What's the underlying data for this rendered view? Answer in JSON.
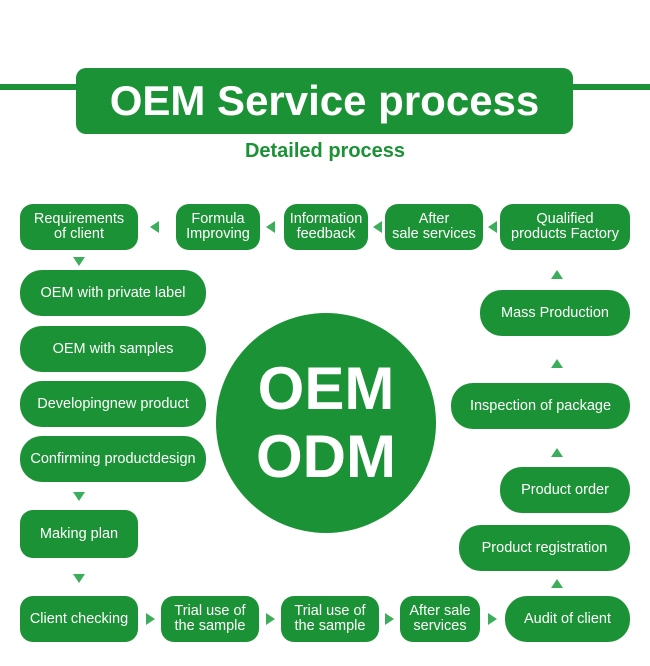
{
  "title": "OEM Service process",
  "subtitle": "Detailed process",
  "center": {
    "line1": "OEM",
    "line2": "ODM"
  },
  "top_row": {
    "requirements": "Requirements\nof client",
    "formula": "Formula\nImproving",
    "information": "Information\nfeedback",
    "after_sale": "After\nsale services",
    "qualified": "Qualified\nproducts Factory"
  },
  "left_column": {
    "oem_private_label": "OEM with private label",
    "oem_samples": "OEM with samples",
    "developing": "Developingnew product",
    "confirming": "Confirming productdesign",
    "making_plan": "Making plan"
  },
  "bottom_row": {
    "client_checking": "Client checking",
    "trial_use_1": "Trial use of\nthe sample",
    "trial_use_2": "Trial use of\nthe sample",
    "after_sale_services": "After sale\nservices",
    "audit": "Audit of client"
  },
  "right_column": {
    "mass_production": "Mass Production",
    "inspection": "Inspection of package",
    "product_order": "Product order",
    "product_registration": "Product registration"
  },
  "colors": {
    "primary": "#1b9235",
    "arrow": "#3cae5b",
    "text_on_green": "#ffffff"
  }
}
